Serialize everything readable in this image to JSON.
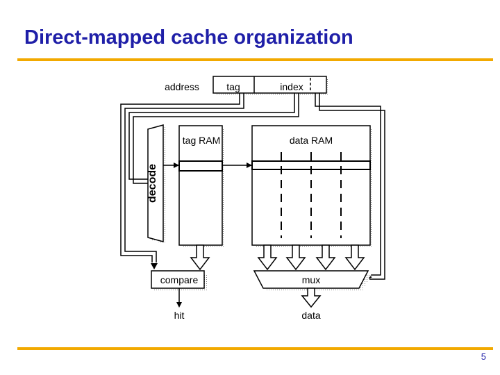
{
  "slide": {
    "title": "Direct-mapped cache organization",
    "page_number": "5"
  },
  "diagram": {
    "address_label": "address",
    "tag_field": "tag",
    "index_field": "index",
    "tag_ram_label": "tag RAM",
    "data_ram_label": "data RAM",
    "decode_label": "decode",
    "compare_label": "compare",
    "mux_label": "mux",
    "hit_label": "hit",
    "data_out_label": "data"
  },
  "colors": {
    "title": "#1f1fa8",
    "rule": "#f2a900"
  }
}
